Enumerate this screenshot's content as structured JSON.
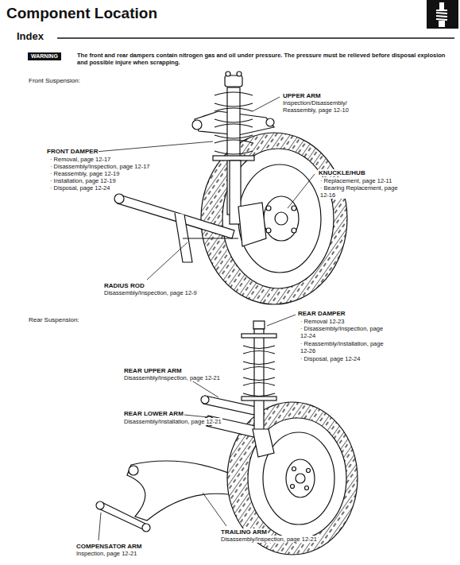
{
  "diagram": {
    "title": "Component Location",
    "labels": [
      "Index",
      "WARNING",
      "The front and rear dampers contain nitrogen gas and oil under pressure. The pressure must be relieved before disposal explosion and possible injure when scrapping.",
      "Front Suspension:",
      "UPPER ARM",
      "Inspection/Disassembly/ Reassembly, page 12-10",
      "FRONT DAMPER",
      "· Removal, page 12-17",
      "· Disassembly/Inspection, page 12-17",
      "· Reassembly, page 12-19",
      "· Installation, page 12-19",
      "· Disposal, page 12-24",
      "KNUCKLE/HUB",
      "· Replacement, page 12-11",
      "· Bearing Replacement, page 12-16",
      "RADIUS ROD",
      "Disassembly/Inspection, page 12-9",
      "Rear Suspension:",
      "REAR DAMPER",
      "· Removal 12-23",
      "· Disassembly/Inspection, page 12-24",
      "· Reassembly/Installation, page 12-26",
      "· Disposal, page 12-24",
      "REAR UPPER ARM",
      "Disassembly/Inspection, page 12-21",
      "REAR LOWER ARM",
      "Disassembly/Installation, page 12-21",
      "TRAILING ARM",
      "Disassembly/Inspection, page 12-21",
      "COMPENSATOR ARM",
      "Inspection, page 12-21"
    ]
  }
}
